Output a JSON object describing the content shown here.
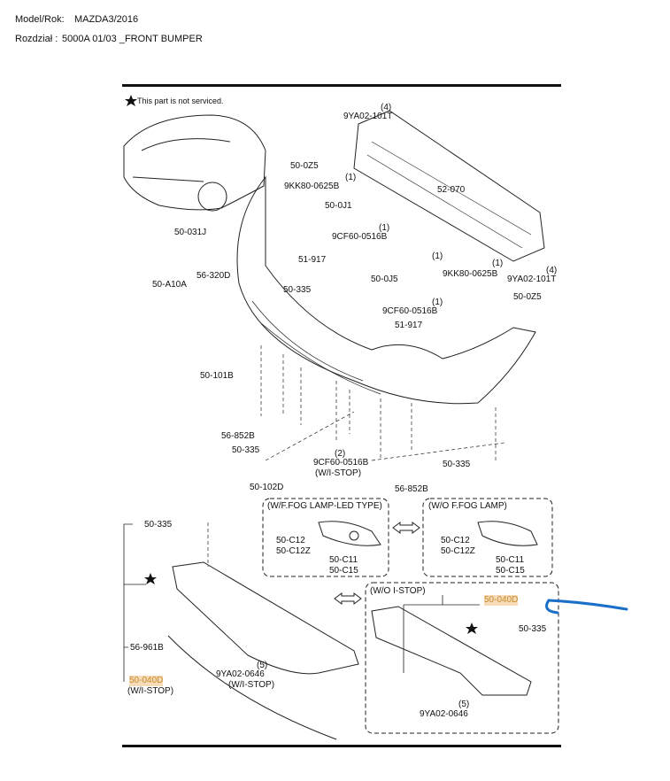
{
  "header": {
    "model_label": "Model/Rok:",
    "model_value": "MAZDA3/2016",
    "section_label": "Rozdział :",
    "section_value": "5000A 01/03 _FRONT BUMPER"
  },
  "diagram": {
    "note": "This part is not serviced.",
    "labels": [
      {
        "id": "9ya02-101t-a",
        "text": "9YA02-101T"
      },
      {
        "id": "qty4-a",
        "text": "(4)"
      },
      {
        "id": "50-0z5-a",
        "text": "50-0Z5"
      },
      {
        "id": "9kk80-0625b-a",
        "text": "9KK80-0625B"
      },
      {
        "id": "qty1-a",
        "text": "(1)"
      },
      {
        "id": "50-0j1",
        "text": "50-0J1"
      },
      {
        "id": "52-070",
        "text": "52-070"
      },
      {
        "id": "9cf60-0516b-a",
        "text": "9CF60-0516B"
      },
      {
        "id": "qty1-b",
        "text": "(1)"
      },
      {
        "id": "50-031j",
        "text": "50-031J"
      },
      {
        "id": "51-917-a",
        "text": "51-917"
      },
      {
        "id": "56-320d",
        "text": "56-320D"
      },
      {
        "id": "50-a10a",
        "text": "50-A10A"
      },
      {
        "id": "50-335-a",
        "text": "50-335"
      },
      {
        "id": "50-0j5",
        "text": "50-0J5"
      },
      {
        "id": "9kk80-0625b-b",
        "text": "9KK80-0625B"
      },
      {
        "id": "qty1-c",
        "text": "(1)"
      },
      {
        "id": "qty1-d",
        "text": "(1)"
      },
      {
        "id": "9ya02-101t-b",
        "text": "9YA02-101T"
      },
      {
        "id": "qty4-b",
        "text": "(4)"
      },
      {
        "id": "50-0z5-b",
        "text": "50-0Z5"
      },
      {
        "id": "9cf60-0516b-b",
        "text": "9CF60-0516B"
      },
      {
        "id": "qty1-e",
        "text": "(1)"
      },
      {
        "id": "51-917-b",
        "text": "51-917"
      },
      {
        "id": "50-101b",
        "text": "50-101B"
      },
      {
        "id": "56-852b-a",
        "text": "56-852B"
      },
      {
        "id": "50-335-b",
        "text": "50-335"
      },
      {
        "id": "qty2",
        "text": "(2)"
      },
      {
        "id": "9cf60-0516b-c",
        "text": "9CF60-0516B"
      },
      {
        "id": "wi-stop-a",
        "text": "(W/I-STOP)"
      },
      {
        "id": "50-335-c",
        "text": "50-335"
      },
      {
        "id": "50-102d",
        "text": "50-102D"
      },
      {
        "id": "56-852b-b",
        "text": "56-852B"
      },
      {
        "id": "fog-led",
        "text": "(W/F.FOG LAMP-LED TYPE)"
      },
      {
        "id": "fog-none",
        "text": "(W/O F.FOG LAMP)"
      },
      {
        "id": "50-c12-a",
        "text": "50-C12"
      },
      {
        "id": "50-c12z-a",
        "text": "50-C12Z"
      },
      {
        "id": "50-c11-a",
        "text": "50-C11"
      },
      {
        "id": "50-c15-a",
        "text": "50-C15"
      },
      {
        "id": "50-c12-b",
        "text": "50-C12"
      },
      {
        "id": "50-c12z-b",
        "text": "50-C12Z"
      },
      {
        "id": "50-c11-b",
        "text": "50-C11"
      },
      {
        "id": "50-c15-b",
        "text": "50-C15"
      },
      {
        "id": "50-335-d",
        "text": "50-335"
      },
      {
        "id": "56-961b",
        "text": "56-961B"
      },
      {
        "id": "50-040d-a",
        "text": "50-040D"
      },
      {
        "id": "wi-stop-b",
        "text": "(W/I-STOP)"
      },
      {
        "id": "qty5-a",
        "text": "(5)"
      },
      {
        "id": "9ya02-0646-a",
        "text": "9YA02-0646"
      },
      {
        "id": "wi-stop-c",
        "text": "(W/I-STOP)"
      },
      {
        "id": "wo-istop",
        "text": "(W/O I-STOP)"
      },
      {
        "id": "50-040d-b",
        "text": "50-040D"
      },
      {
        "id": "50-335-e",
        "text": "50-335"
      },
      {
        "id": "qty5-b",
        "text": "(5)"
      },
      {
        "id": "9ya02-0646-b",
        "text": "9YA02-0646"
      }
    ]
  },
  "colors": {
    "highlight": "#f6dcb8",
    "highlight_text": "#c9892b",
    "annotation": "#1a6fc9"
  }
}
